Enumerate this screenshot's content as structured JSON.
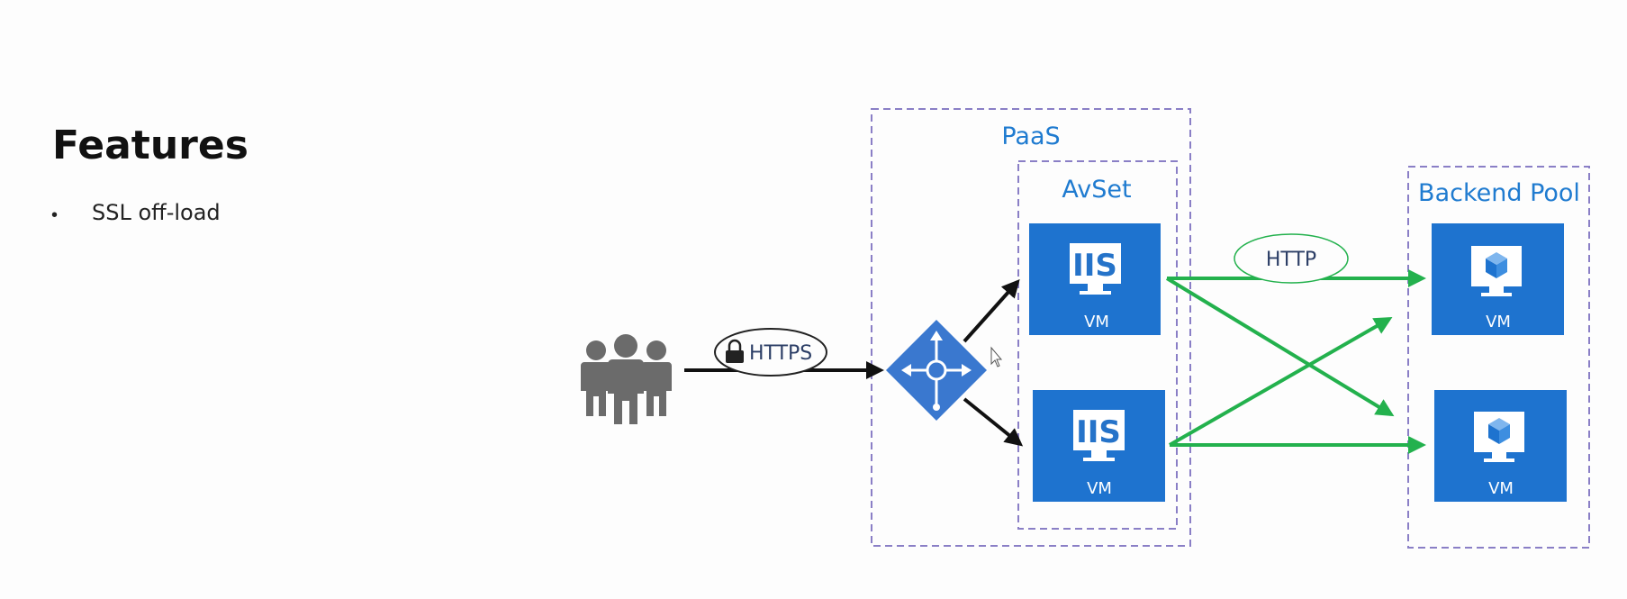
{
  "slide": {
    "title": "Features",
    "bullets": [
      "SSL off-load"
    ]
  },
  "diagram": {
    "paas_label": "PaaS",
    "avset_label": "AvSet",
    "backend_label": "Backend Pool",
    "https_label": "HTTPS",
    "http_label": "HTTP",
    "iis_label": "IIS",
    "vm_label": "VM",
    "colors": {
      "vm_tile": "#1e73cf",
      "accent_blue": "#1f7bd0",
      "dashed_border": "#8a7fc6",
      "green_arrow": "#23b14d",
      "load_balancer": "#3a78cf",
      "users": "#6b6b6b"
    },
    "icons": [
      "users-icon",
      "load-balancer-icon",
      "lock-icon",
      "monitor-icon",
      "cube-icon",
      "mouse-cursor-icon"
    ]
  }
}
